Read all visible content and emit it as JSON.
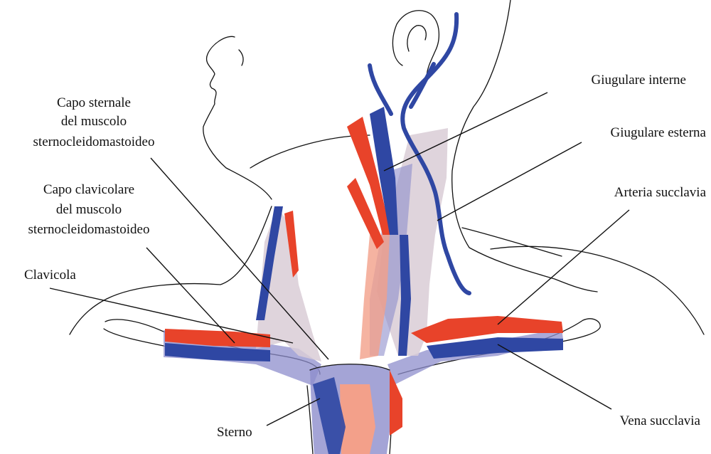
{
  "colors": {
    "artery": "#e8432a",
    "vein": "#2f47a3",
    "muscle": "#8d8dcc",
    "muscle_light": "#d9ccd6",
    "bone": "#f3a08a",
    "background": "#ffffff",
    "line": "#111111"
  },
  "labels": {
    "capo_sternale": [
      "Capo sternale",
      "del muscolo",
      "sternocleidomastoideo"
    ],
    "capo_clavicolare": [
      "Capo clavicolare",
      "del muscolo",
      "sternocleidomastoideo"
    ],
    "clavicola": "Clavicola",
    "sterno": "Sterno",
    "giugulare_interne": "Giugulare interne",
    "giugulare_esterna": "Giugulare esterna",
    "arteria_succlavia": "Arteria succlavia",
    "vena_succlavia": "Vena succlavia"
  }
}
